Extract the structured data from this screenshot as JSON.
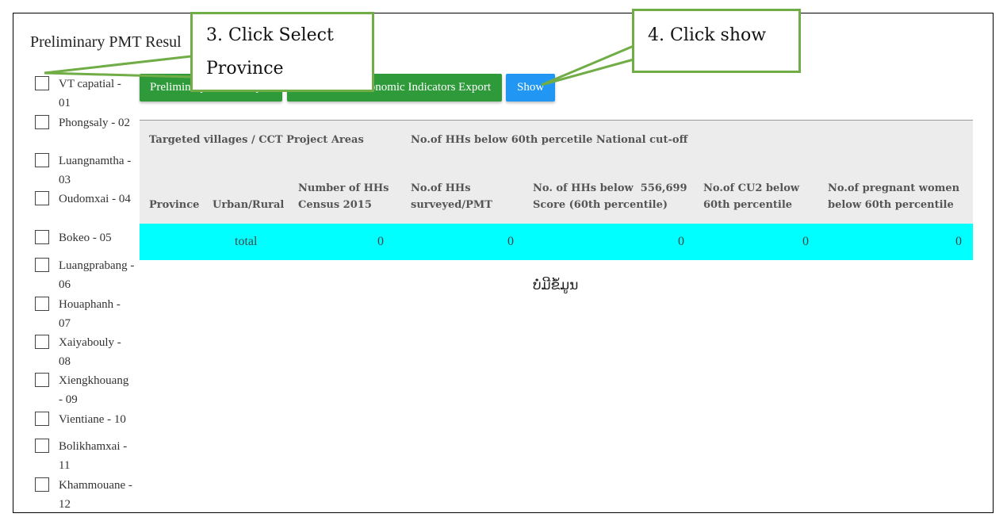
{
  "page_title": "Preliminary PMT Resul",
  "provinces": [
    {
      "name": "VT capatial - 01",
      "checked": false
    },
    {
      "name": "Phongsaly - 02",
      "checked": false
    },
    {
      "name": "Luangnamtha - 03",
      "checked": false
    },
    {
      "name": "Oudomxai - 04",
      "checked": false
    },
    {
      "name": "Bokeo - 05",
      "checked": false
    },
    {
      "name": "Luangprabang - 06",
      "checked": false
    },
    {
      "name": "Houaphanh - 07",
      "checked": false
    },
    {
      "name": "Xaiyabouly - 08",
      "checked": false
    },
    {
      "name": "Xiengkhouang - 09",
      "checked": false
    },
    {
      "name": "Vientiane - 10",
      "checked": false
    },
    {
      "name": "Bolikhamxai - 11",
      "checked": false
    },
    {
      "name": "Khammouane - 12",
      "checked": false
    }
  ],
  "toolbar": {
    "preliminary_export_label": "Preliminary Result Export",
    "socio_economic_export_label": "Socio-Economic Indicators Export",
    "show_label": "Show"
  },
  "table": {
    "group_headers": {
      "targeted": "Targeted villages / CCT Project Areas",
      "below_cutoff": "No.of HHs below 60th percetile National cut-off"
    },
    "columns": {
      "province": "Province",
      "urban_rural": "Urban/Rural",
      "census_line1": "Number of HHs",
      "census_line2": "Census 2015",
      "surveyed_line1": "No.of HHs",
      "surveyed_line2": "surveyed/PMT",
      "below_line1": "No. of HHs below  556,699",
      "below_line2": "Score (60th percentile)",
      "cu2_line1": "No.of CU2 below",
      "cu2_line2": "60th percentile",
      "pregnant_line1": "No.of pregnant women",
      "pregnant_line2": "below 60th percentile"
    },
    "total_row": {
      "label": "total",
      "census": "0",
      "surveyed": "0",
      "below": "0",
      "cu2": "0",
      "pregnant": "0"
    },
    "no_data_text": "ບໍ່ມີຂໍ້ມູນ"
  },
  "annotations": {
    "callout_3_line1": "3. Click Select",
    "callout_3_line2": "Province",
    "callout_4": "4. Click show",
    "callout_color": "#70ad47"
  },
  "colors": {
    "green_button": "#2e9a3a",
    "blue_button": "#2196f3",
    "total_row": "#00ffff",
    "header_bg": "#ececec"
  }
}
